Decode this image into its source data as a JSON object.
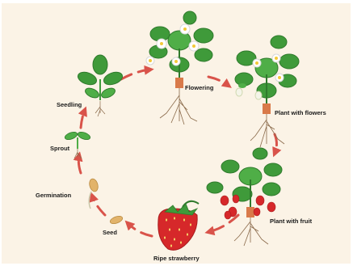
{
  "colors": {
    "background": "#fbf3e6",
    "arrow": "#d9534a",
    "leaf": "#3f9a3a",
    "leaf_dark": "#2f7a2c",
    "strawberry": "#d6282a",
    "root": "#8a6a4a",
    "seed": "#e2b36a"
  },
  "stages": {
    "flowering": "Flowering",
    "plant_with_flowers": "Plant with flowers",
    "plant_with_fruit": "Plant with fruit",
    "ripe_strawberry": "Ripe strawberry",
    "seed": "Seed",
    "germination": "Germination",
    "sprout": "Sprout",
    "seedling": "Seedling"
  }
}
